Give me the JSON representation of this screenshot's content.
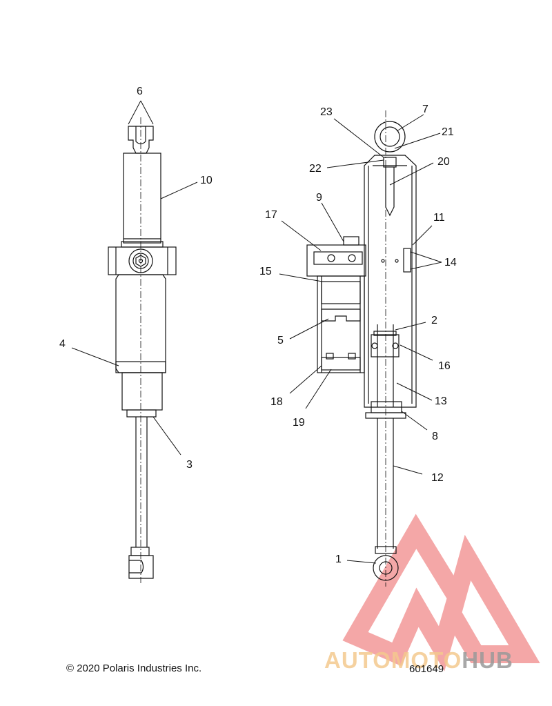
{
  "diagram": {
    "callouts": [
      {
        "id": "c6",
        "label": "6"
      },
      {
        "id": "c10",
        "label": "10"
      },
      {
        "id": "c4",
        "label": "4"
      },
      {
        "id": "c3",
        "label": "3"
      },
      {
        "id": "c23",
        "label": "23"
      },
      {
        "id": "c7",
        "label": "7"
      },
      {
        "id": "c21",
        "label": "21"
      },
      {
        "id": "c22",
        "label": "22"
      },
      {
        "id": "c20",
        "label": "20"
      },
      {
        "id": "c9",
        "label": "9"
      },
      {
        "id": "c17",
        "label": "17"
      },
      {
        "id": "c11",
        "label": "11"
      },
      {
        "id": "c14",
        "label": "14"
      },
      {
        "id": "c15",
        "label": "15"
      },
      {
        "id": "c2",
        "label": "2"
      },
      {
        "id": "c5",
        "label": "5"
      },
      {
        "id": "c16",
        "label": "16"
      },
      {
        "id": "c13",
        "label": "13"
      },
      {
        "id": "c18",
        "label": "18"
      },
      {
        "id": "c19",
        "label": "19"
      },
      {
        "id": "c8",
        "label": "8"
      },
      {
        "id": "c12",
        "label": "12"
      },
      {
        "id": "c1",
        "label": "1"
      }
    ]
  },
  "footer": {
    "copyright": "© 2020 Polaris Industries Inc.",
    "drawing_number": "601649"
  },
  "watermark": {
    "part1": "AUTO",
    "part2": "MOTO",
    "part3": "HUB",
    "colors": {
      "triangle": "#f08a8a",
      "text_orange": "#f4c98f",
      "text_gray": "#9a9a9a"
    }
  }
}
